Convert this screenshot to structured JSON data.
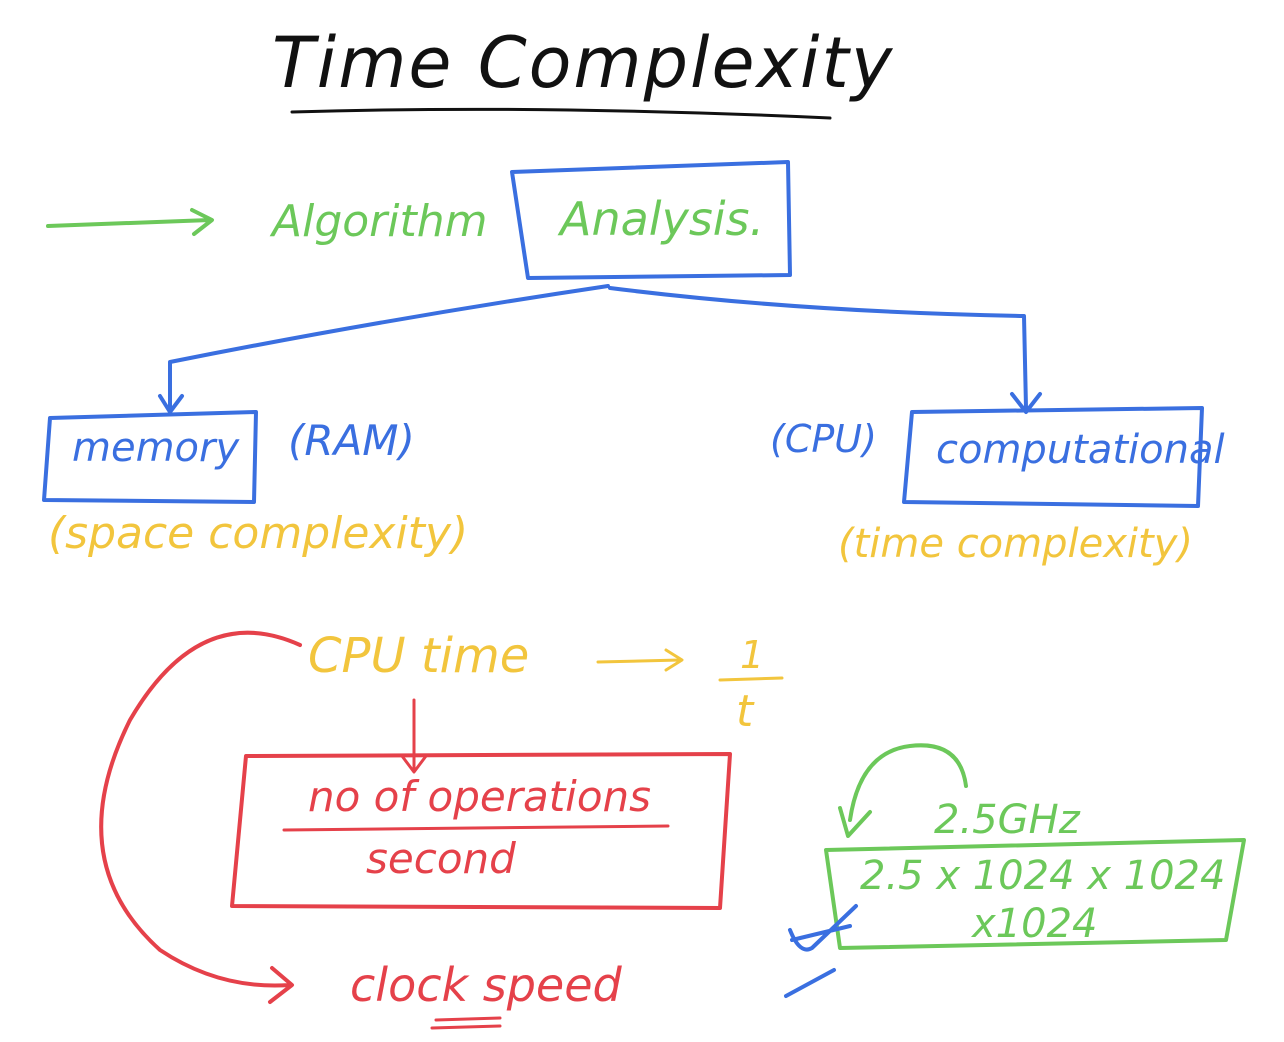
{
  "title": "Time Complexity",
  "top": {
    "algorithm": "Algorithm",
    "analysis": "Analysis."
  },
  "left": {
    "memory": "memory",
    "ram": "(RAM)",
    "space_complexity": "(space complexity)"
  },
  "right": {
    "cpu": "(CPU)",
    "computational": "computational",
    "time_complexity": "(time complexity)"
  },
  "cpu_time": {
    "label": "CPU time",
    "numerator": "1",
    "denominator": "t"
  },
  "formula": {
    "numerator": "no of operations",
    "denominator": "second"
  },
  "clock_speed": "clock speed",
  "ghz": {
    "label": "2.5GHz",
    "line1": "2.5 x 1024 x 1024",
    "line2": "x1024"
  },
  "colors": {
    "black": "#111111",
    "green": "#6cc85a",
    "blue": "#3a6fe0",
    "yellow": "#f2c53d",
    "red": "#e5414a"
  }
}
